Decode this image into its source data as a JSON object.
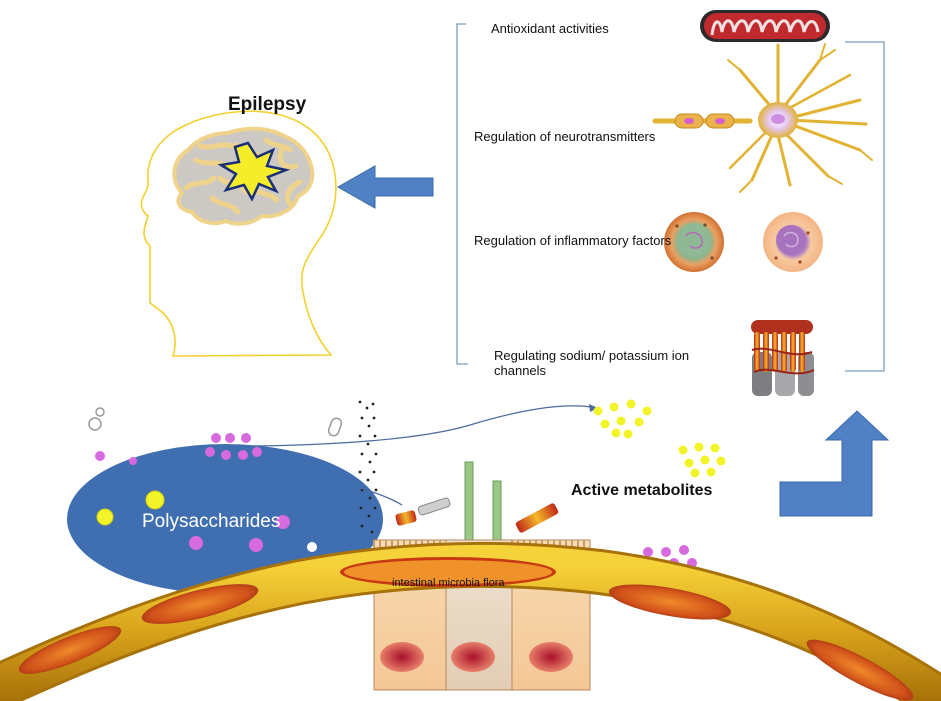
{
  "diagram": {
    "title": "Epilepsy",
    "mechanisms": [
      "Antioxidant activities",
      "Regulation of neurotransmitters",
      "Regulation of inflammatory factors",
      "Regulating sodium/ potassium ion channels"
    ],
    "source_label": "Polysaccharides",
    "product_label": "Active metabolites",
    "flora_label": "intestinal microbia flora"
  }
}
